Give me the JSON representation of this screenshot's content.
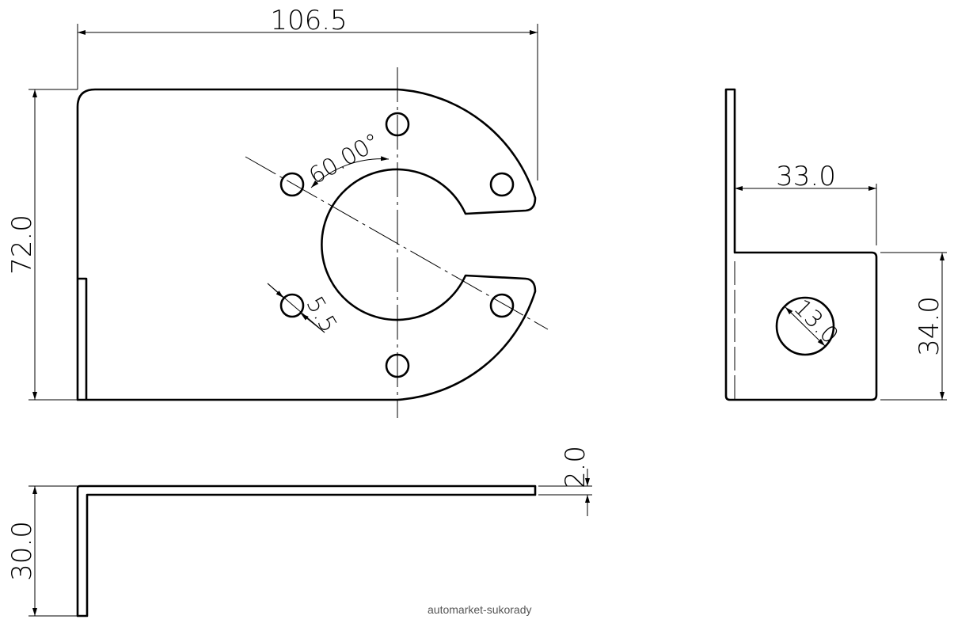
{
  "dimensions": {
    "overall_width": "106.5",
    "overall_height": "72.0",
    "slot_angle": "60.00°",
    "hole_diameter": "5.5",
    "side_width": "33.0",
    "side_height": "34.0",
    "side_hole_diameter": "13.0",
    "thickness": "2.0",
    "flange_height": "30.0"
  },
  "watermark": "automarket-sukorady"
}
